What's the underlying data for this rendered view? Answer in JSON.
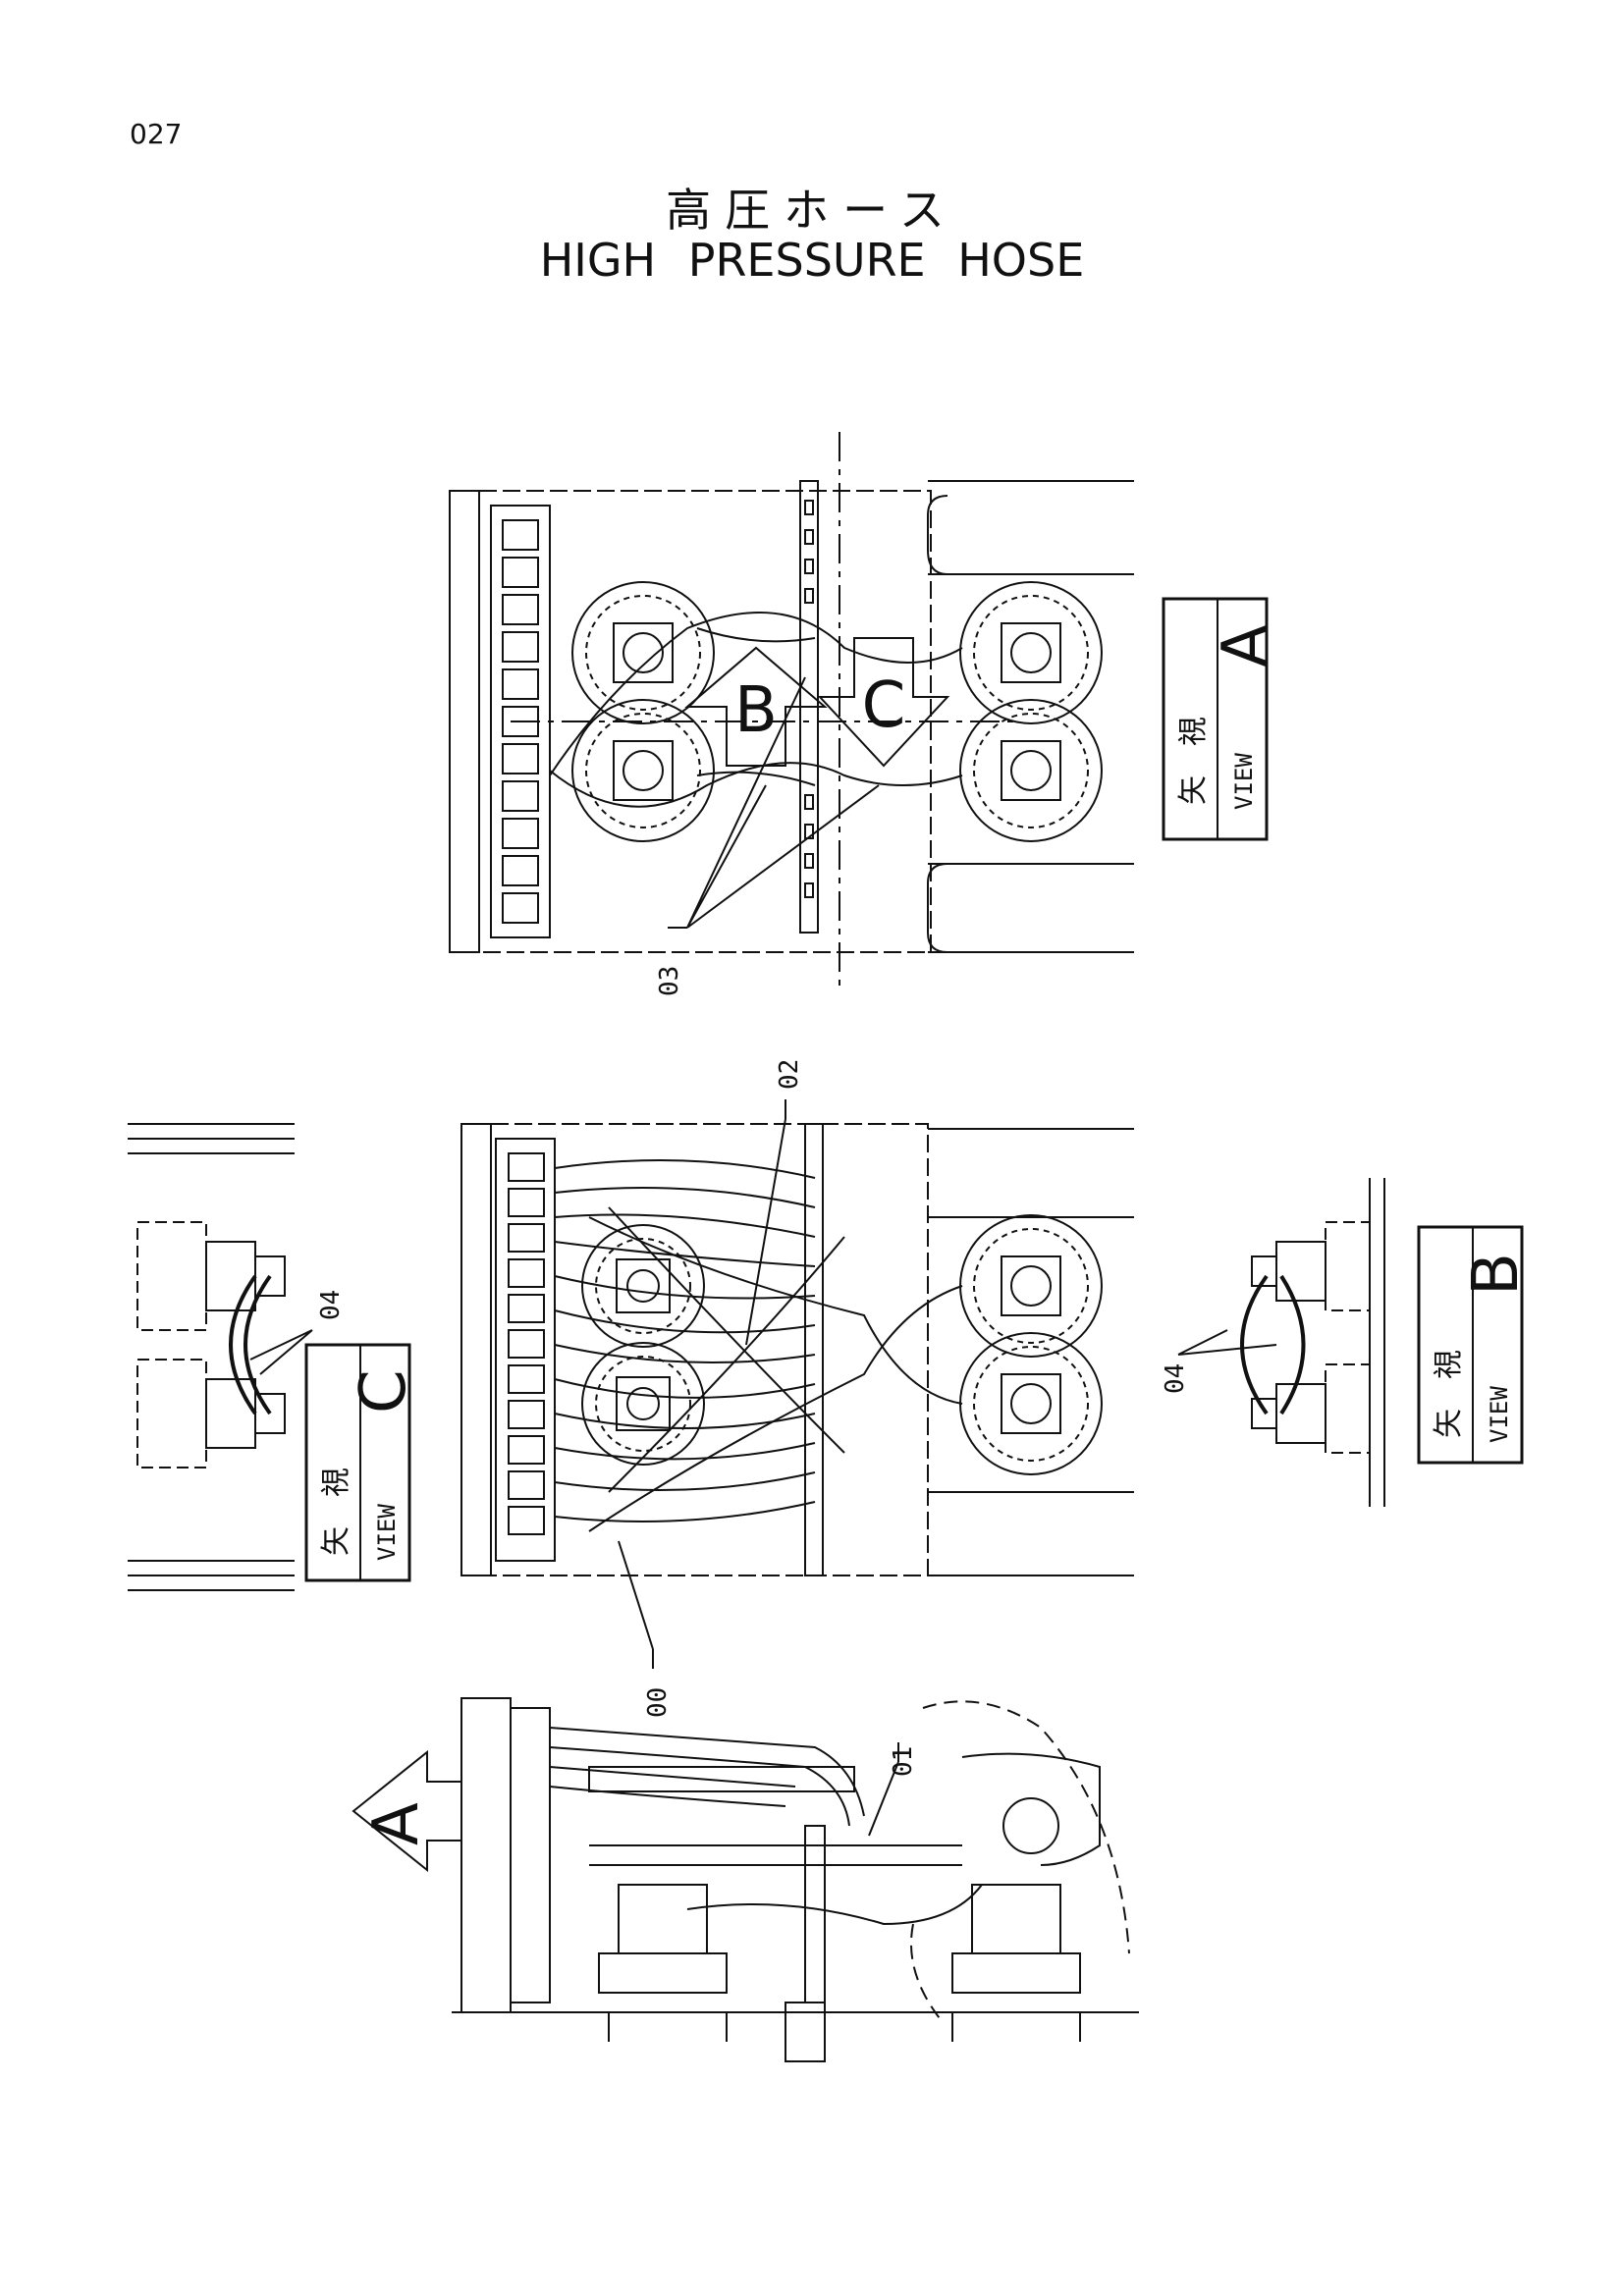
{
  "page": {
    "number": "027"
  },
  "title": {
    "japanese": "高圧ホース",
    "english": "HIGH PRESSURE HOSE"
  },
  "callouts": {
    "c00": "00",
    "c01": "01",
    "c02": "02",
    "c03": "03",
    "c04_left": "04",
    "c04_right": "04"
  },
  "views": {
    "a": {
      "kanji1": "矢",
      "kanji2": "視",
      "word": "VIEW",
      "letter": "A"
    },
    "b": {
      "kanji1": "矢",
      "kanji2": "視",
      "word": "VIEW",
      "letter": "B"
    },
    "c": {
      "kanji1": "矢",
      "kanji2": "視",
      "word": "VIEW",
      "letter": "C"
    }
  },
  "arrows": {
    "a": "A",
    "b": "B",
    "c": "C"
  },
  "colors": {
    "ink": "#111111",
    "paper": "#ffffff"
  }
}
